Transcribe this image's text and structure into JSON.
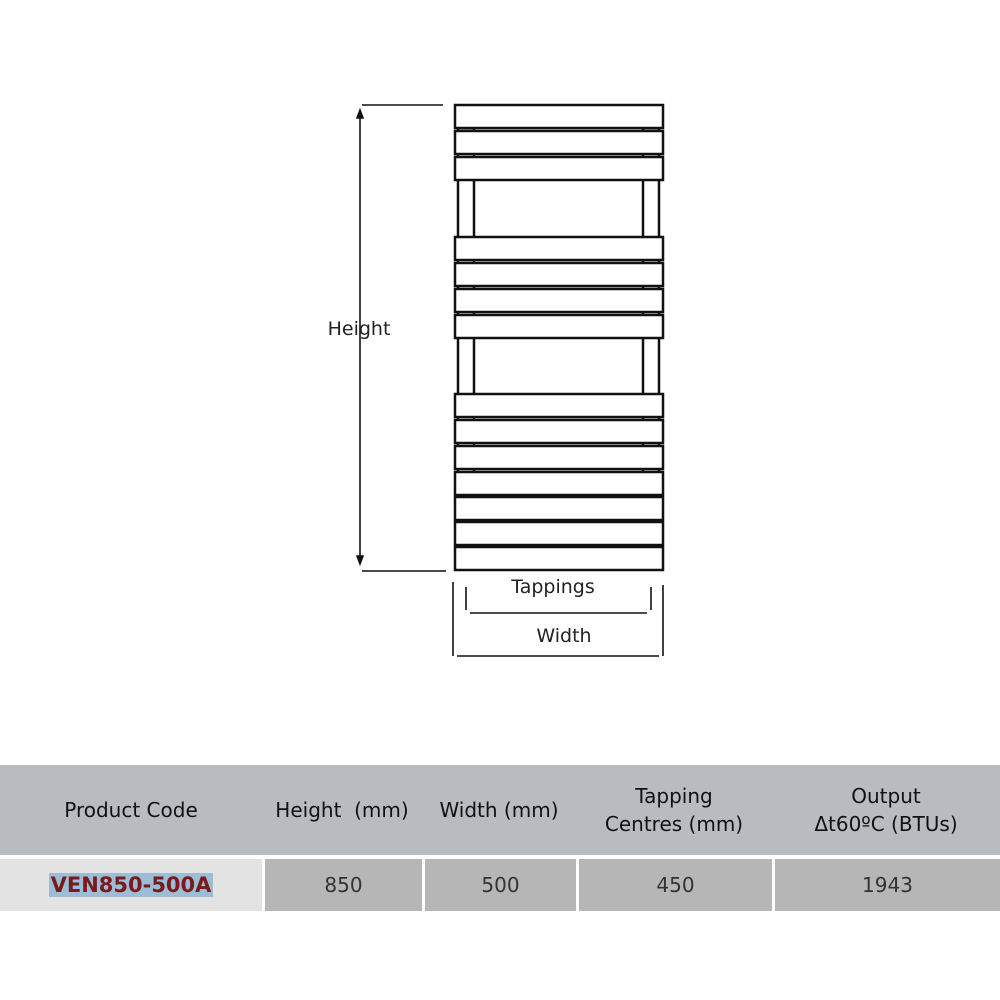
{
  "diagram": {
    "height_label": "Height",
    "tappings_label": "Tappings",
    "width_label": "Width"
  },
  "table": {
    "headers": [
      "Product Code",
      "Height  (mm)",
      "Width (mm)",
      "Tapping Centres (mm)",
      "Output Δt60ºC (BTUs)"
    ],
    "header_lines": {
      "tapping": [
        "Tapping",
        "Centres (mm)"
      ],
      "output": [
        "Output",
        "Δt60ºC (BTUs)"
      ]
    },
    "rows": [
      {
        "code": "VEN850-500A",
        "height": "850",
        "width": "500",
        "tapping": "450",
        "output": "1943"
      }
    ]
  }
}
